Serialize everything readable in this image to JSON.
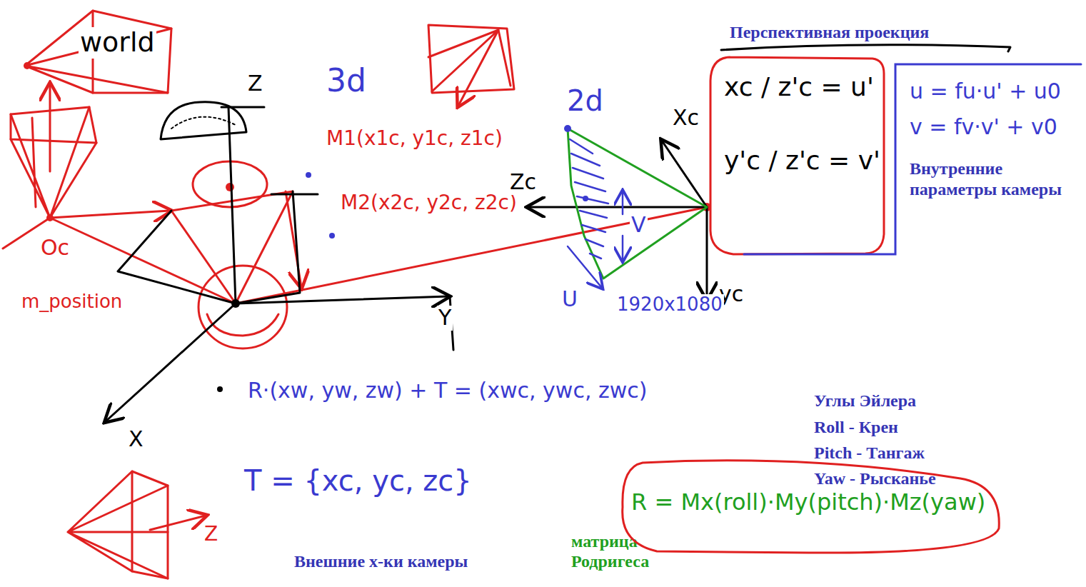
{
  "diagram": {
    "title": "Перспективная проекция",
    "nodes": [
      {
        "text": [
          "xc / z'c = u'",
          "y'c / z'c = v'"
        ]
      },
      {
        "text": [
          "u = fu·u' + u0",
          "v = fv·v' + v0",
          "Внутренние параметры камеры"
        ]
      },
      {
        "text": [
          "R = Mx(roll)·My(pitch)·Mz(yaw)"
        ]
      }
    ],
    "labels": [
      "world",
      "Z",
      "3d",
      "M1(x1c, y1c, z1c)",
      "M2(x2c, y2c, z2c)",
      "Oc",
      "m_position",
      "Y",
      "X",
      "Z",
      "2d",
      "Zc",
      "Xc",
      "yc",
      "U",
      "V",
      "1920x1080",
      "R·(xw, yw, zw) + T = (xwc, ywc, zwc)",
      "T = {xc, yc, zc}",
      "Внешние х-ки камеры",
      "матрица Родригеса",
      "Углы Эйлера",
      "Roll - Крен",
      "Pitch - Тангаж",
      "Yaw - Рысканье"
    ]
  }
}
